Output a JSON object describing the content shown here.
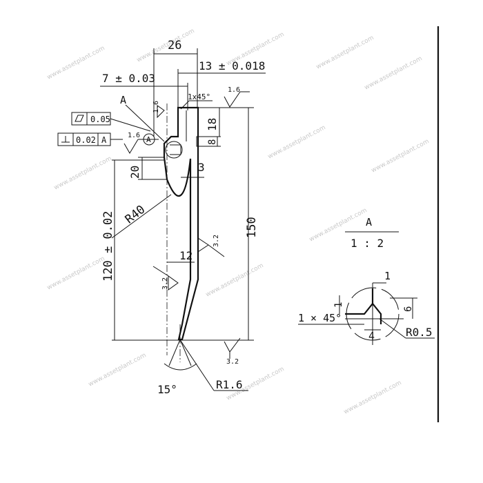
{
  "dimensions": {
    "width_26": "26",
    "tol_13": "13 ± 0.018",
    "tol_7": "7 ± 0.03",
    "chamfer_top": "1x45°",
    "h_18": "18",
    "h_8": "8",
    "w_3": "3",
    "h_20": "20",
    "radius_40": "R40",
    "len_150": "150",
    "len_120": "120 ± 0.02",
    "w_12": "12",
    "angle_15": "15°",
    "radius_1_6": "R1.6"
  },
  "roughness": {
    "top": "1.6",
    "left_top": "1.6",
    "gap": "1.6",
    "mid_right": "3.2",
    "mid_left": "3.2",
    "bottom": "3.2"
  },
  "datum": {
    "label": "A",
    "detail_ref": "A"
  },
  "tolerance_frames": [
    {
      "symbol": "flatness",
      "value": "0.05"
    },
    {
      "symbol": "perpendicularity",
      "value": "0.02",
      "datum": "A"
    }
  ],
  "detail_view": {
    "title": "A",
    "scale": "1 : 2",
    "dim_1_top": "1",
    "dim_1_left": "1",
    "chamfer": "1 × 45°",
    "dim_6": "6",
    "dim_4": "4",
    "radius": "R0.5"
  },
  "watermark": "www.assetplant.com"
}
